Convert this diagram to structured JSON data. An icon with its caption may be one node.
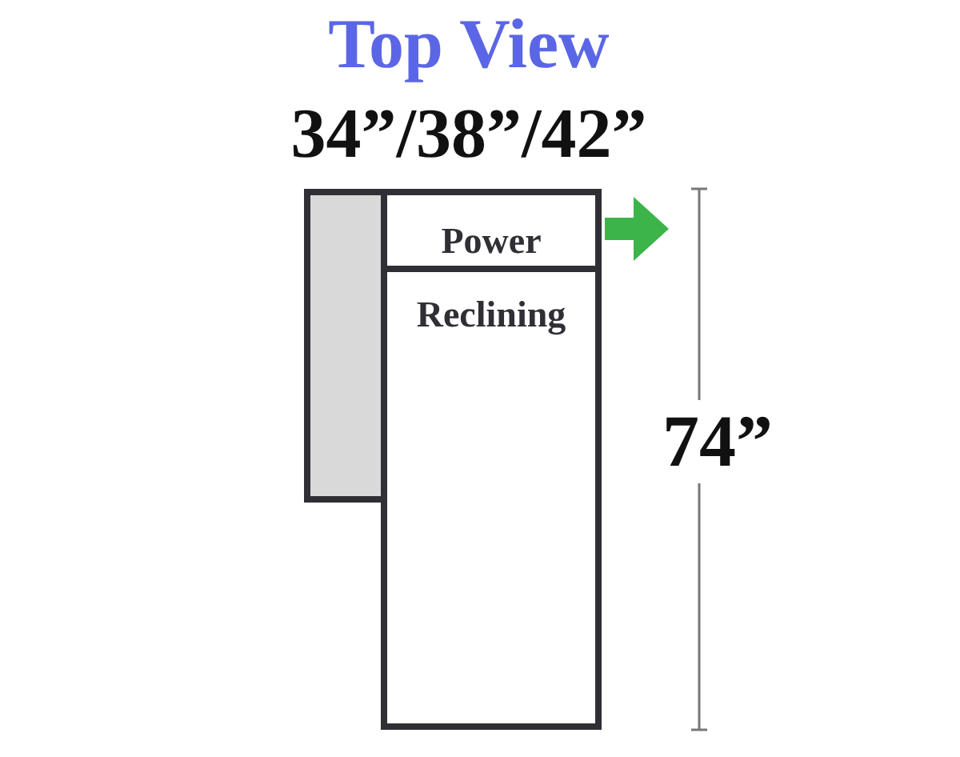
{
  "diagram": {
    "title": "Top View",
    "nodes": [
      {
        "text": [],
        "shape": "box"
      },
      {
        "text": [
          "Power"
        ]
      },
      {
        "text": [
          "Reclining"
        ]
      }
    ],
    "labels": [
      "34”/38”/42”",
      "74”"
    ]
  }
}
